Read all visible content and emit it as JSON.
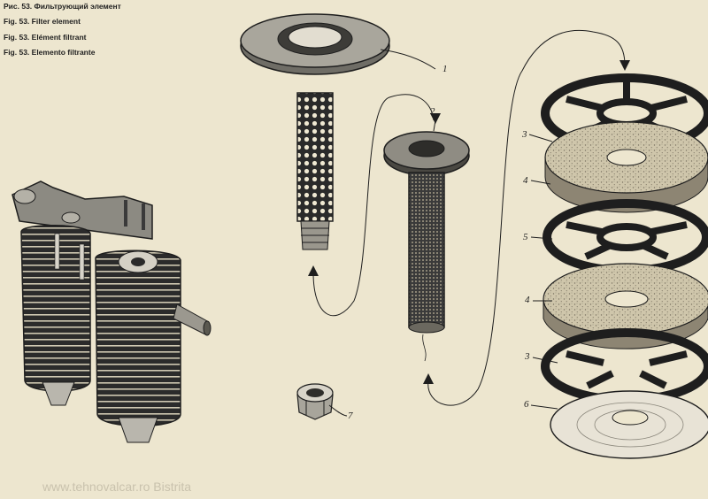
{
  "captions": [
    "Рис. 53. Фильтрующий элемент",
    "Fig. 53. Filter element",
    "Fig. 53. Elément filtrant",
    "Fig. 53. Elemento filtrante"
  ],
  "callouts": {
    "c1": "1",
    "c2": "2",
    "c3a": "3",
    "c4a": "4",
    "c5": "5",
    "c4b": "4",
    "c3b": "3",
    "c6": "6",
    "c7": "7"
  },
  "watermark": "www.tehnovalcar.ro Bistrita",
  "colors": {
    "paper": "#ede6cf",
    "ink": "#1e1e1e",
    "felt": "#c9c0a6",
    "watermark": "#c9c2ad"
  }
}
